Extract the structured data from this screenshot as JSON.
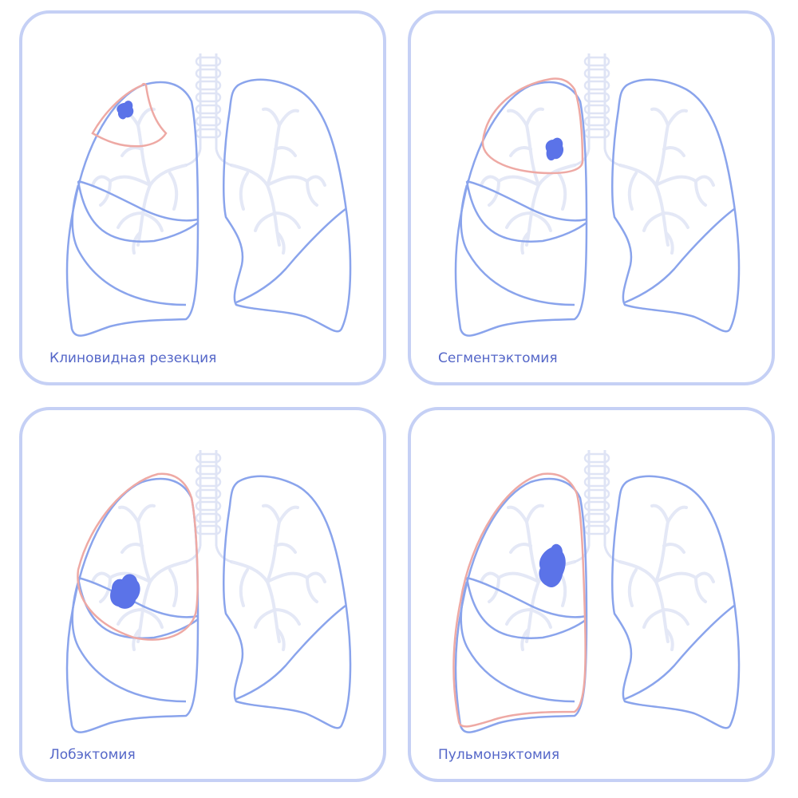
{
  "colors": {
    "panel_border": "#c5d0f5",
    "lung_outline": "#8aa4ec",
    "airway": "#e4e8f6",
    "resection": "#eea9a4",
    "tumor": "#5b73e8",
    "caption": "#5567c8"
  },
  "panels": [
    {
      "label": "Клиновидная резекция",
      "procedure": "wedge"
    },
    {
      "label": "Сегментэктомия",
      "procedure": "segment"
    },
    {
      "label": "Лобэктомия",
      "procedure": "lobe"
    },
    {
      "label": "Пульмонэктомия",
      "procedure": "pneumonectomy"
    }
  ]
}
